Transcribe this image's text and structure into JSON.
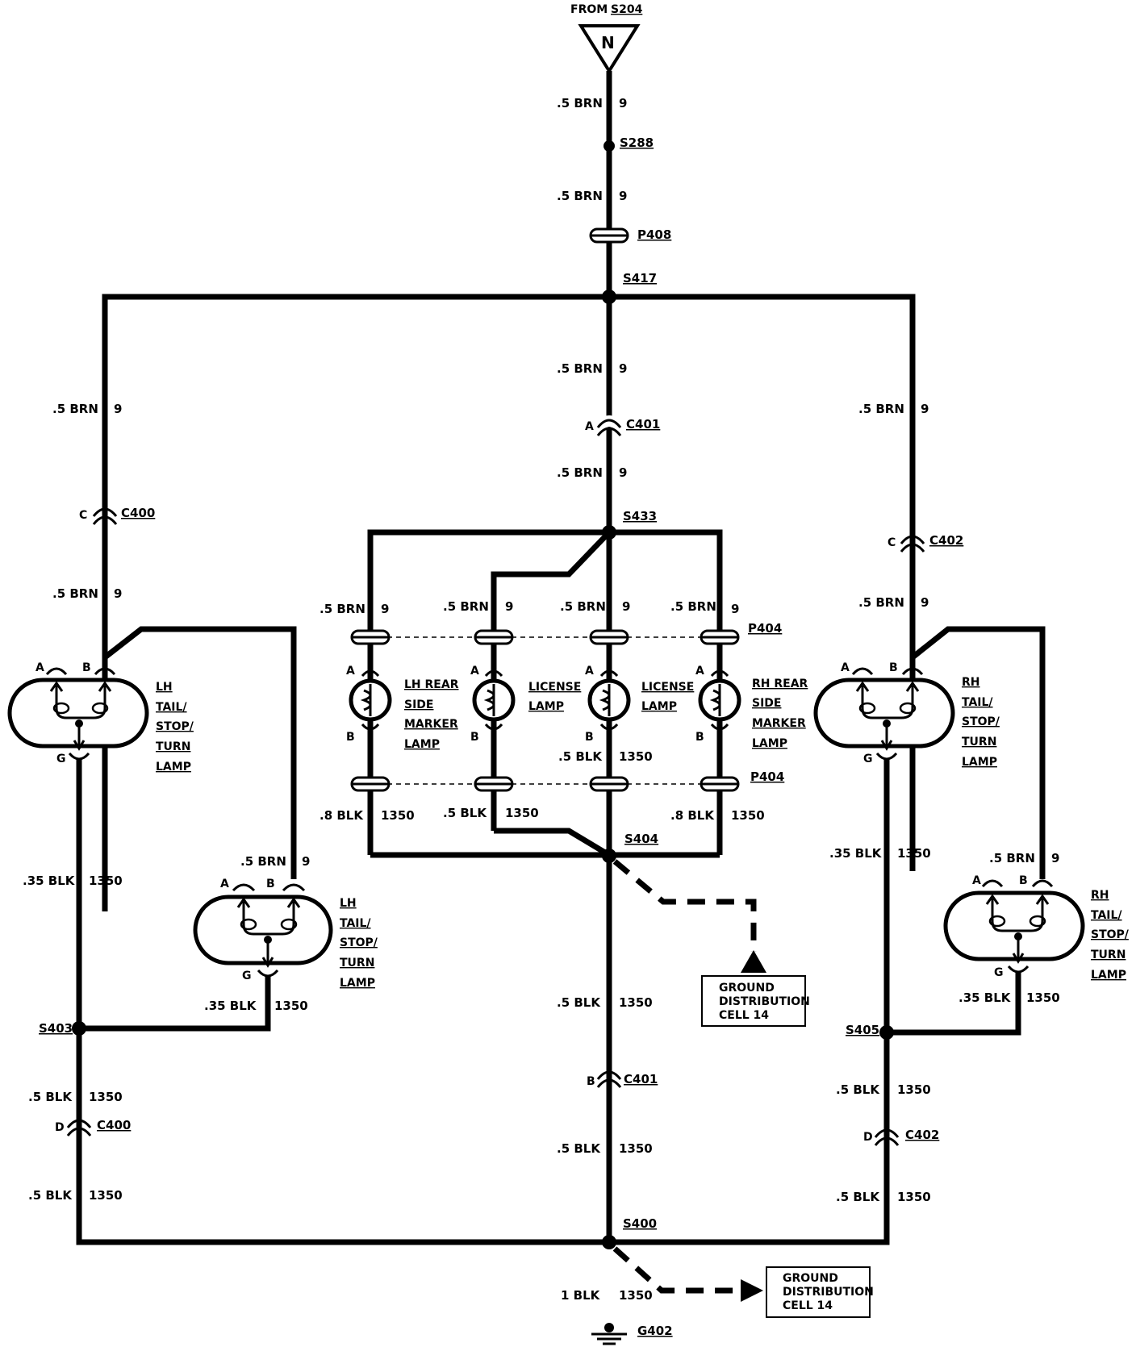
{
  "source": {
    "from_label": "FROM",
    "from_ref": "S204",
    "symbol": "N"
  },
  "wire_labels": {
    "brn_5": ".5 BRN",
    "blk_5": ".5 BLK",
    "blk_8": ".8 BLK",
    "blk_35": ".35 BLK",
    "blk_1": "1 BLK",
    "circuit_9": "9",
    "circuit_1350": "1350"
  },
  "splices": {
    "s288": "S288",
    "s417": "S417",
    "s433": "S433",
    "s404": "S404",
    "s403": "S403",
    "s405": "S405",
    "s400": "S400"
  },
  "connectors": {
    "p408": "P408",
    "p404": "P404",
    "c400": "C400",
    "c401": "C401",
    "c402": "C402",
    "g402": "G402"
  },
  "pins": {
    "a": "A",
    "b": "B",
    "c": "C",
    "d": "D",
    "g": "G"
  },
  "lamps": {
    "lh_tail": [
      "LH",
      "TAIL/",
      "STOP/",
      "TURN",
      "LAMP"
    ],
    "rh_tail": [
      "RH",
      "TAIL/",
      "STOP/",
      "TURN",
      "LAMP"
    ],
    "lh_marker": [
      "LH REAR",
      "SIDE",
      "MARKER",
      "LAMP"
    ],
    "rh_marker": [
      "RH REAR",
      "SIDE",
      "MARKER",
      "LAMP"
    ],
    "license": [
      "LICENSE",
      "LAMP"
    ]
  },
  "ground_ref": [
    "GROUND",
    "DISTRIBUTION",
    "CELL  14"
  ]
}
